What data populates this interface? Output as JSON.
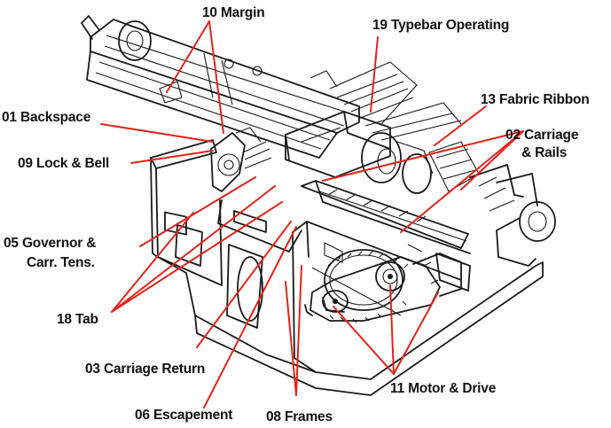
{
  "diagram": {
    "leader_color": "#e2241b",
    "labels": {
      "margin": "10 Margin",
      "typebar": "19 Typebar Operating",
      "fabric_ribbon": "13 Fabric Ribbon",
      "backspace": "01 Backspace",
      "carriage_rails_1": "02 Carriage",
      "carriage_rails_2": "& Rails",
      "lock_bell": "09 Lock & Bell",
      "governor_1": "05 Governor &",
      "governor_2": "Carr. Tens.",
      "tab": "18 Tab",
      "carriage_return": "03 Carriage Return",
      "escapement": "06 Escapement",
      "frames": "08 Frames",
      "motor_drive": "11 Motor & Drive"
    }
  }
}
